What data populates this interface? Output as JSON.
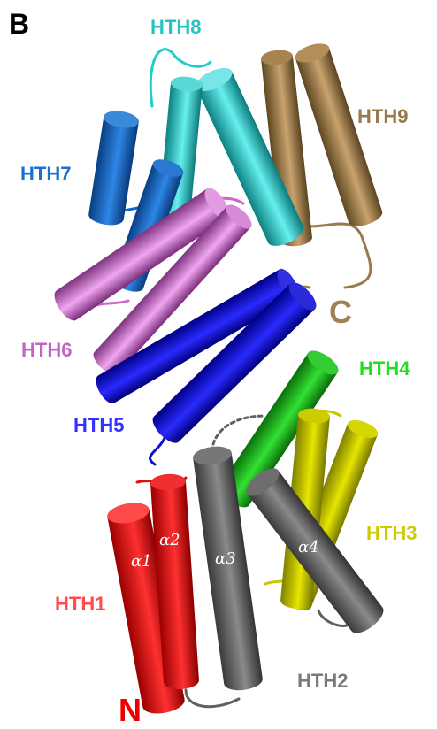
{
  "panel_letter": "B",
  "labels": {
    "hth1": {
      "text": "HTH1",
      "color": "#ff4d4d"
    },
    "hth2": {
      "text": "HTH2",
      "color": "#7a7a7a"
    },
    "hth3": {
      "text": "HTH3",
      "color": "#cccc00"
    },
    "hth4": {
      "text": "HTH4",
      "color": "#22dd22"
    },
    "hth5": {
      "text": "HTH5",
      "color": "#3333ff"
    },
    "hth6": {
      "text": "HTH6",
      "color": "#c066c0"
    },
    "hth7": {
      "text": "HTH7",
      "color": "#1a6fd0"
    },
    "hth8": {
      "text": "HTH8",
      "color": "#22c4c4"
    },
    "hth9": {
      "text": "HTH9",
      "color": "#9a7a4a"
    },
    "n_term": {
      "text": "N",
      "color": "#ee0000"
    },
    "c_term": {
      "text": "C",
      "color": "#a27f55"
    }
  },
  "helix_labels": {
    "a1": "α1",
    "a2": "α2",
    "a3": "α3",
    "a4": "α4"
  },
  "domain_colors": {
    "hth1": "#e01010",
    "hth2": "#606060",
    "hth3": "#c8c800",
    "hth4": "#18b818",
    "hth5": "#1010d0",
    "hth6": "#cc66cc",
    "hth7": "#1466c8",
    "hth8": "#22cccc",
    "hth9": "#9a7a4a"
  }
}
